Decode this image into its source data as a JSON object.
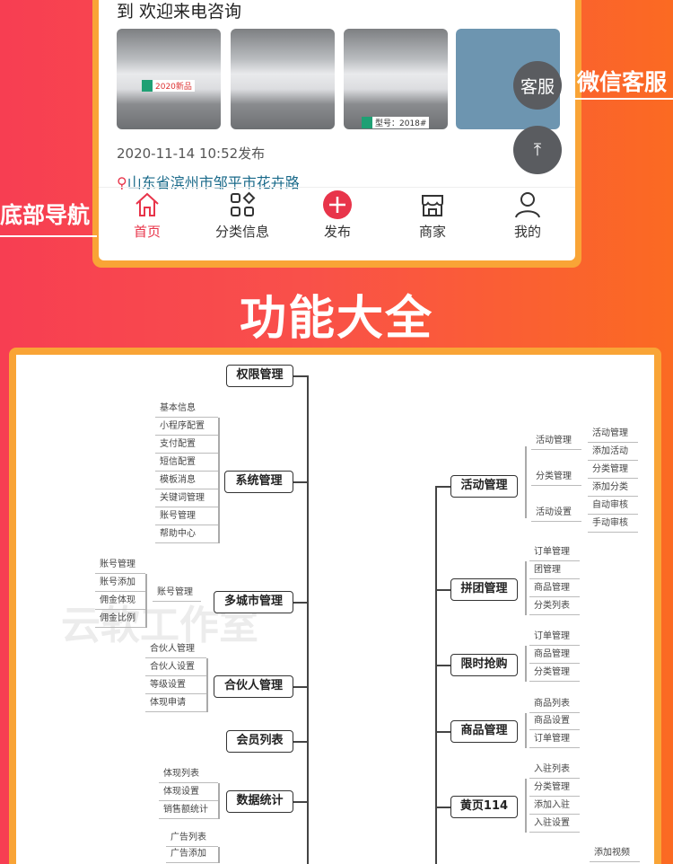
{
  "phone": {
    "headline": "到 欢迎来电咨询",
    "thumb_tags": [
      "2020新品",
      "型号：2018#"
    ],
    "publish_time": "2020-11-14 10:52发布",
    "location": "山东省滨州市邹平市花卉路",
    "fab_service": "客服",
    "fab_top_icon": "arrow-up-icon",
    "nav": [
      {
        "label": "首页",
        "icon": "home-icon",
        "active": true
      },
      {
        "label": "分类信息",
        "icon": "category-icon"
      },
      {
        "label": "发布",
        "icon": "plus-icon"
      },
      {
        "label": "商家",
        "icon": "shop-icon"
      },
      {
        "label": "我的",
        "icon": "user-icon"
      }
    ],
    "accent": "#e8344a"
  },
  "callouts": {
    "wechat_service": "微信客服",
    "bottom_nav": "底部导航"
  },
  "section_title": "功能大全",
  "watermark": "云软工作室",
  "mindmap": {
    "left": [
      {
        "label": "权限管理",
        "children": []
      },
      {
        "label": "系统管理",
        "children": [
          "基本信息",
          "小程序配置",
          "支付配置",
          "短信配置",
          "模板消息",
          "关键词管理",
          "账号管理",
          "帮助中心"
        ]
      },
      {
        "label": "多城市管理",
        "mid": "账号管理",
        "children": [
          "账号管理",
          "账号添加",
          "佣金体现",
          "佣金比例"
        ]
      },
      {
        "label": "合伙人管理",
        "children": [
          "合伙人管理",
          "合伙人设置",
          "等级设置",
          "体现申请"
        ]
      },
      {
        "label": "会员列表",
        "children": []
      },
      {
        "label": "数据统计",
        "children": [
          "体现列表",
          "体现设置",
          "销售额统计"
        ]
      },
      {
        "label": "",
        "children": [
          "广告列表",
          "广告添加"
        ]
      }
    ],
    "right": [
      {
        "label": "活动管理",
        "groups": [
          {
            "label": "活动管理",
            "children": [
              "活动管理",
              "添加活动"
            ]
          },
          {
            "label": "分类管理",
            "children": [
              "分类管理",
              "添加分类"
            ]
          },
          {
            "label": "活动设置",
            "children": [
              "自动审核",
              "手动审核"
            ]
          }
        ]
      },
      {
        "label": "拼团管理",
        "children": [
          "订单管理",
          "团管理",
          "商品管理",
          "分类列表"
        ]
      },
      {
        "label": "限时抢购",
        "children": [
          "订单管理",
          "商品管理",
          "分类管理"
        ]
      },
      {
        "label": "商品管理",
        "children": [
          "商品列表",
          "商品设置",
          "订单管理"
        ]
      },
      {
        "label": "黄页114",
        "children": [
          "入驻列表",
          "分类管理",
          "添加入驻",
          "入驻设置"
        ]
      },
      {
        "label": "",
        "children": [
          "添加视频"
        ]
      }
    ]
  }
}
